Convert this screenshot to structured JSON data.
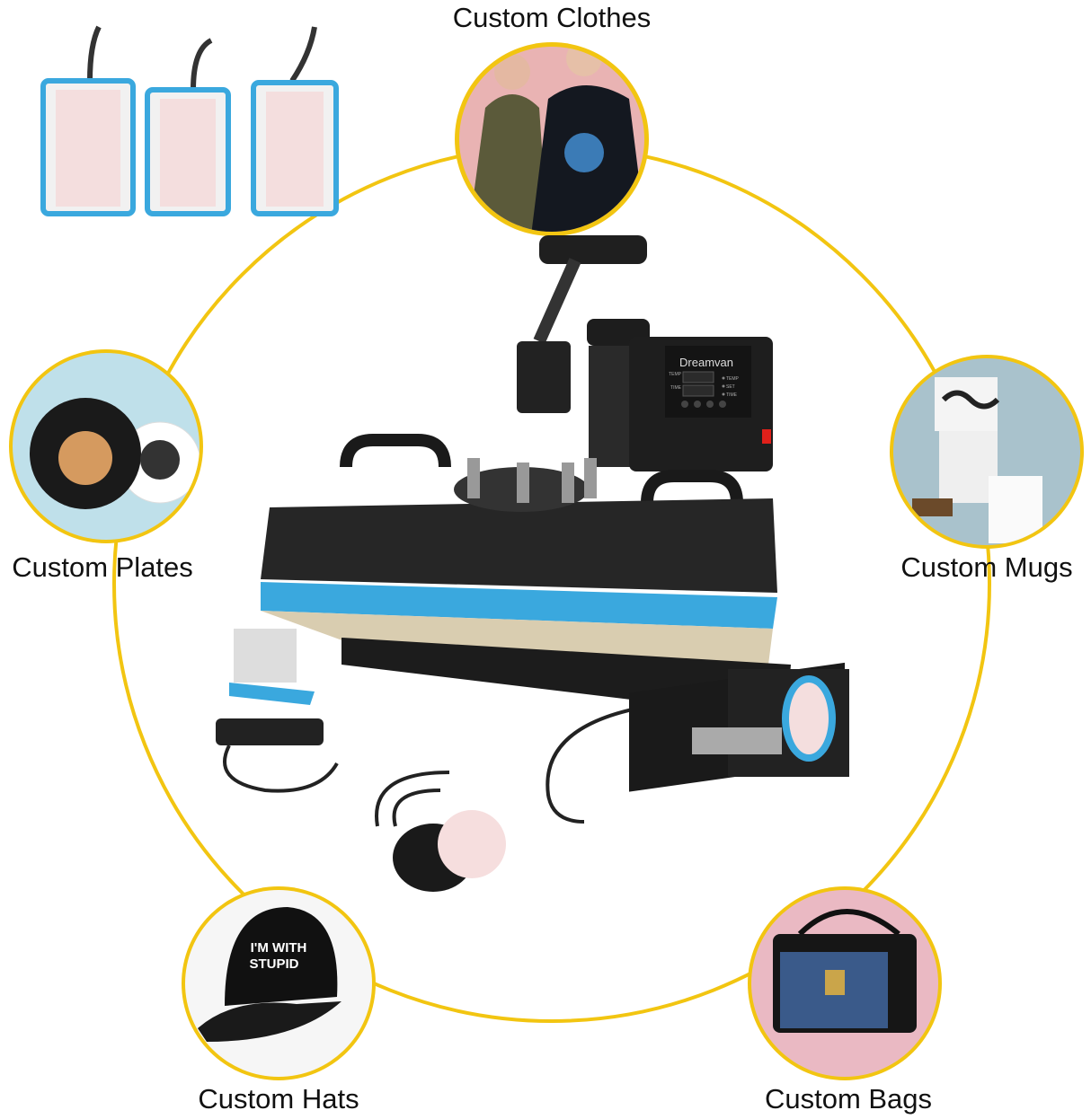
{
  "colors": {
    "ring": "#F2C511",
    "platen_blue": "#3AA8DE",
    "machine": "#222222",
    "background": "#FFFFFF"
  },
  "categories": [
    {
      "label": "Custom Clothes",
      "icon": "tshirt-photo"
    },
    {
      "label": "Custom Plates",
      "icon": "plate-photo"
    },
    {
      "label": "Custom Mugs",
      "icon": "mug-photo"
    },
    {
      "label": "Custom Hats",
      "icon": "cap-photo"
    },
    {
      "label": "Custom Bags",
      "icon": "bag-photo"
    }
  ],
  "machine": {
    "brand": "Dreamvan",
    "panel_labels": [
      "TEMP",
      "TIME"
    ],
    "indicator_labels": [
      "TEMP",
      "SET",
      "TIME"
    ]
  },
  "hat_print": "I'M WITH STUPID"
}
